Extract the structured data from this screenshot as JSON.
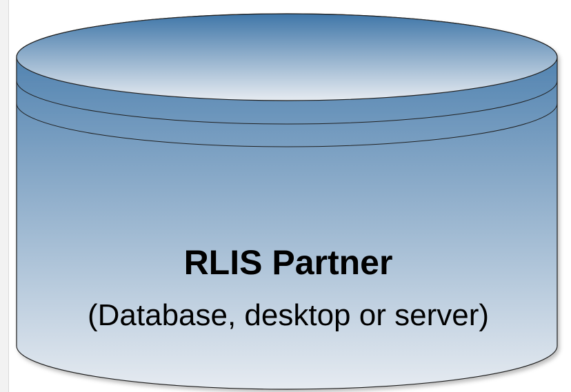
{
  "diagram": {
    "shape": "database-cylinder",
    "title": "RLIS Partner",
    "subtitle": "(Database, desktop or server)",
    "colors": {
      "gradient_top": "#3f76a8",
      "gradient_bottom": "#e6ebf1",
      "outline": "#1f1f1f",
      "text": "#000000"
    }
  }
}
